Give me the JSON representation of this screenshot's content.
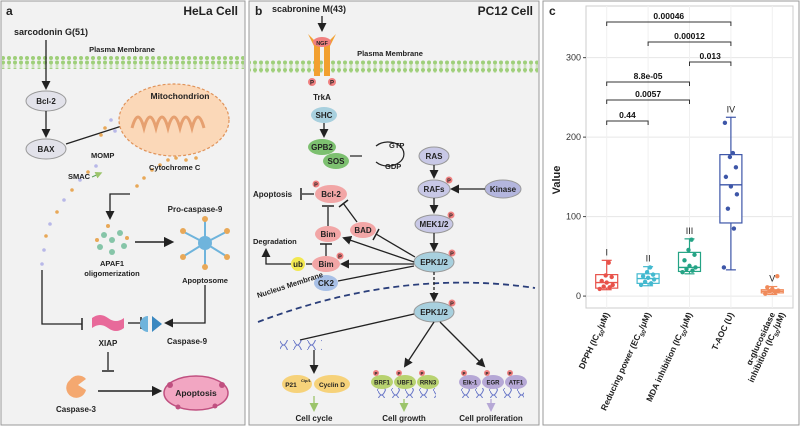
{
  "panel_a": {
    "letter": "a",
    "title": "HeLa Cell",
    "compound": "sarcodonin G(51)",
    "membrane": "Plasma Membrane",
    "bcl2": "Bcl-2",
    "bax": "BAX",
    "momp": "MOMP",
    "mito": "Mitochondrion",
    "smac": "SMAC",
    "cytc": "Cytochrome C",
    "procasp9": "Pro-caspase-9",
    "apaf1_line1": "APAF1",
    "apaf1_line2": "oligomerization",
    "apoptosome": "Apoptosome",
    "xiap": "XIAP",
    "casp9": "Caspase-9",
    "casp3": "Caspase-3",
    "apoptosis": "Apoptosis"
  },
  "panel_b": {
    "letter": "b",
    "title": "PC12 Cell",
    "compound": "scabronine M(43)",
    "ngf": "NGF",
    "membrane": "Plasma Membrane",
    "p": "P",
    "trka": "TrkA",
    "shc": "SHC",
    "gpb2": "GPB2",
    "sos": "SOS",
    "gtp": "GTP",
    "gdp": "GDP",
    "ras": "RAS",
    "rafs": "RAFs",
    "kinase": "Kinase",
    "apoptosis": "Apoptosis",
    "bcl2": "Bcl-2",
    "bad": "BAD",
    "bim": "Bim",
    "mek": "MEK1/2",
    "degradation": "Degradation",
    "ub": "ub",
    "epk": "EPK1/2",
    "ck2": "CK2",
    "nucleus": "Nucleus Membrane",
    "epk2": "EPK1/2",
    "p21": "P21",
    "p21_sup": "Cip/1",
    "cyclin": "Cyclin D",
    "brf1": "BRF1",
    "ubf1": "UBF1",
    "rrn3": "RRN3",
    "elk1": "Elk-1",
    "egr": "EGR",
    "atf1": "ATF1",
    "cellcycle": "Cell cycle",
    "cellgrowth": "Cell growth",
    "cellprolif": "Cell proliferation"
  },
  "panel_c": {
    "letter": "c",
    "ylabel": "Value",
    "groups": [
      "I",
      "II",
      "III",
      "IV",
      "V"
    ],
    "pvalues": [
      "0.00046",
      "0.00012",
      "0.013",
      "8.8e-05",
      "0.0057",
      "0.44"
    ],
    "xlabels": [
      {
        "main": "DPPH (IC",
        "sub": "50",
        "end": "/μM)"
      },
      {
        "main": "Reducing power (EC",
        "sub": "50",
        "end": "/μM)"
      },
      {
        "main": "MDA inhibition (IC",
        "sub": "50",
        "end": "/μM)"
      },
      {
        "main": "T-AOC (U)",
        "sub": "",
        "end": ""
      },
      {
        "main": "α-glucosidase",
        "sub": "",
        "end": ""
      }
    ],
    "xlabel5_line2": {
      "main": "inhibition (IC",
      "sub": "50",
      "end": "/μM)"
    }
  },
  "chart_data": {
    "type": "box",
    "ylabel": "Value",
    "ylim": [
      -15,
      365
    ],
    "yticks": [
      0,
      100,
      200,
      300
    ],
    "grid": true,
    "categories": [
      "DPPH (IC50/μM)",
      "Reducing power (EC50/μM)",
      "MDA inhibition (IC50/μM)",
      "T-AOC (U)",
      "α-glucosidase inhibition (IC50/μM)"
    ],
    "group_labels": [
      "I",
      "II",
      "III",
      "IV",
      "V"
    ],
    "colors": [
      "#e8524a",
      "#43b9cf",
      "#24a385",
      "#3d56a8",
      "#f08a5a"
    ],
    "boxes": [
      {
        "min": 8,
        "q1": 10,
        "median": 17,
        "q3": 27,
        "max": 45,
        "points": [
          9,
          11,
          12,
          14,
          17,
          19,
          24,
          26,
          42
        ]
      },
      {
        "min": 13,
        "q1": 16,
        "median": 22,
        "q3": 28,
        "max": 37,
        "points": [
          14,
          16,
          18,
          21,
          23,
          25,
          27,
          30,
          36
        ]
      },
      {
        "min": 28,
        "q1": 31,
        "median": 36,
        "q3": 55,
        "max": 72,
        "points": [
          30,
          32,
          34,
          36,
          38,
          45,
          52,
          58,
          71
        ]
      },
      {
        "min": 33,
        "q1": 92,
        "median": 140,
        "q3": 178,
        "max": 225,
        "points": [
          36,
          85,
          110,
          128,
          138,
          150,
          162,
          175,
          180,
          218
        ]
      },
      {
        "min": 2,
        "q1": 4,
        "median": 6,
        "q3": 8,
        "max": 12,
        "points": [
          3,
          5,
          6,
          7,
          9,
          11,
          25
        ]
      }
    ],
    "comparisons": [
      {
        "from": 0,
        "to": 3,
        "p": "0.00046"
      },
      {
        "from": 1,
        "to": 3,
        "p": "0.00012"
      },
      {
        "from": 2,
        "to": 3,
        "p": "0.013"
      },
      {
        "from": 0,
        "to": 2,
        "p": "8.8e-05"
      },
      {
        "from": 0,
        "to": 2,
        "p": "0.0057"
      },
      {
        "from": 0,
        "to": 1,
        "p": "0.44"
      }
    ]
  }
}
